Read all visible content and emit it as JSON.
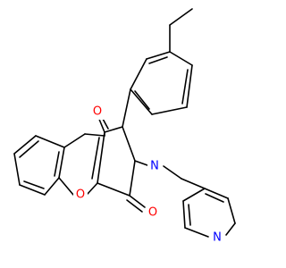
{
  "molecule": {
    "atoms": {
      "o1": {
        "symbol": "O",
        "color": "#ff0000"
      },
      "o2": {
        "symbol": "O",
        "color": "#ff0000"
      },
      "o3": {
        "symbol": "O",
        "color": "#ff0000"
      },
      "n1": {
        "symbol": "N",
        "color": "#0000ff"
      },
      "n2": {
        "symbol": "N",
        "color": "#0000ff"
      }
    },
    "bond_color": "#000000",
    "background": "#ffffff"
  }
}
